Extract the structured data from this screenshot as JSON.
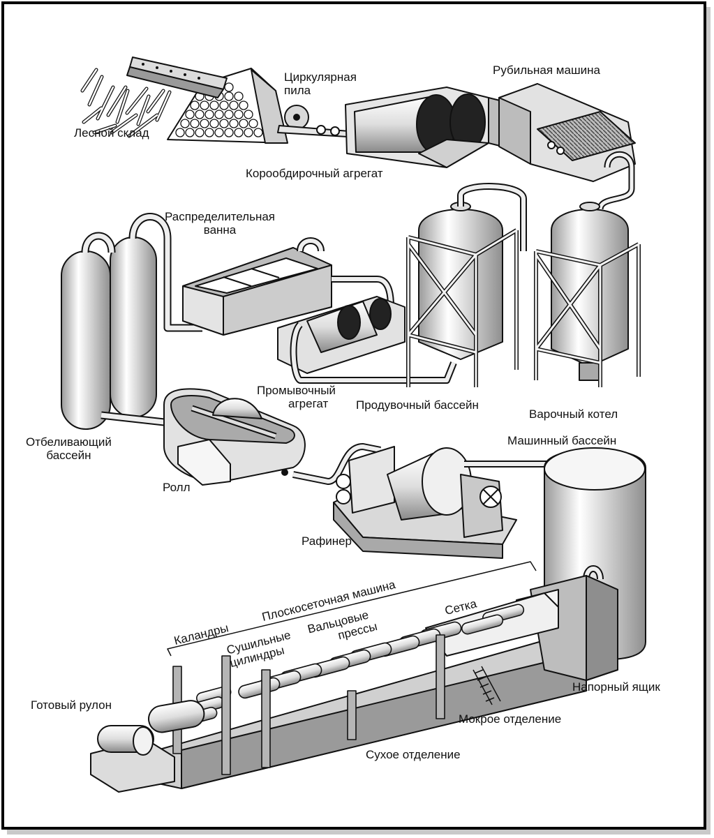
{
  "labels": {
    "lesnoy_sklad": "Лесной склад",
    "pila_1": "Циркулярная",
    "pila_2": "пила",
    "rubilnaya": "Рубильная машина",
    "koroobdir": "Корообдирочный агрегат",
    "raspred_1": "Распределительная",
    "raspred_2": "ванна",
    "promyv_1": "Промывочный",
    "promyv_2": "агрегат",
    "produv": "Продувочный бассейн",
    "varoch": "Варочный котел",
    "otbel_1": "Отбеливающий",
    "otbel_2": "бассейн",
    "roll": "Ролл",
    "mashin_bass": "Машинный бассейн",
    "rafiner": "Рафинер",
    "ploskoset": "Плоскосеточная машина",
    "kalandry": "Каландры",
    "sushil_1": "Сушильные",
    "sushil_2": "цилиндры",
    "valtsov_1": "Вальцовые",
    "valtsov_2": "прессы",
    "setka": "Сетка",
    "gotov": "Готовый рулон",
    "napor": "Напорный ящик",
    "mokroe": "Мокрое отделение",
    "sukhoe": "Сухое отделение"
  },
  "colors": {
    "line": "#111111",
    "light": "#f2f2f2",
    "mid": "#cfcfcf",
    "dark": "#8a8a8a",
    "black": "#222222"
  }
}
